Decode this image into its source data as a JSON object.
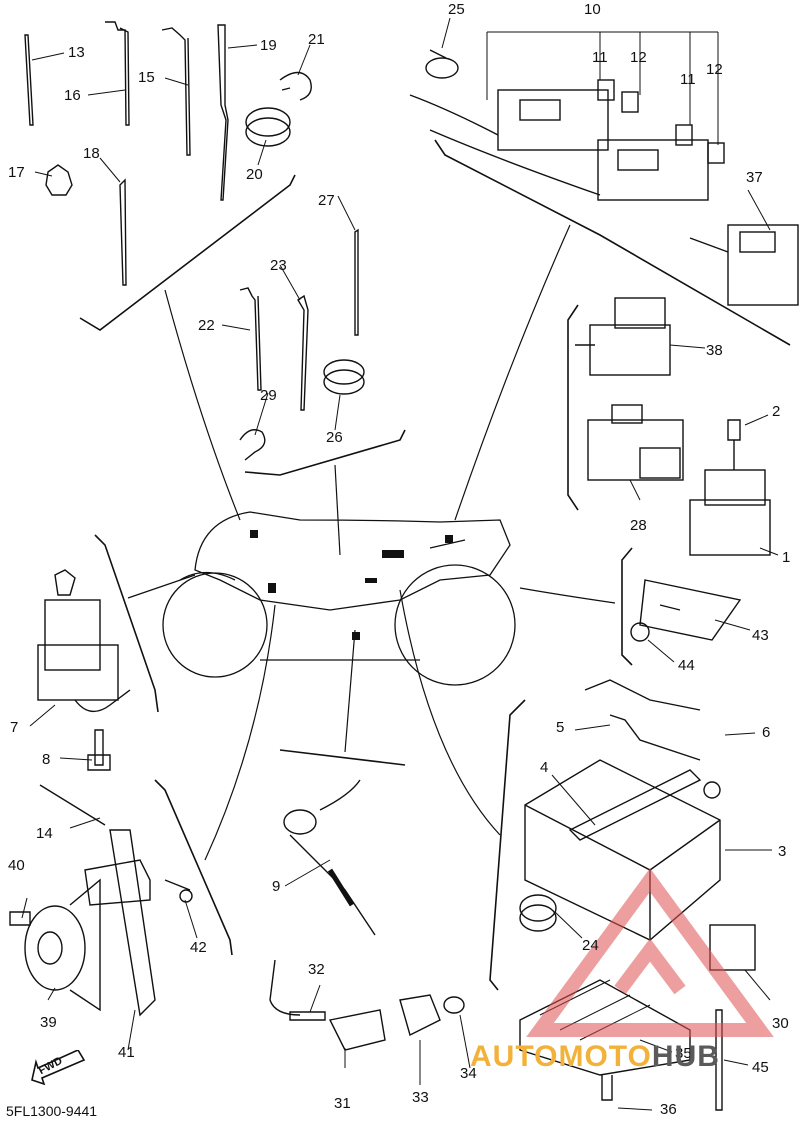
{
  "diagram": {
    "part_code": "5FL1300-9441",
    "fwd_label": "FWD",
    "watermark": {
      "part1": "AUTOMOTO",
      "part2": "HUB"
    },
    "labels": {
      "n1": "1",
      "n2": "2",
      "n3": "3",
      "n4": "4",
      "n5": "5",
      "n6": "6",
      "n7": "7",
      "n8": "8",
      "n9": "9",
      "n10": "10",
      "n11a": "11",
      "n12a": "12",
      "n11b": "11",
      "n12b": "12",
      "n13": "13",
      "n14": "14",
      "n15": "15",
      "n16": "16",
      "n17": "17",
      "n18": "18",
      "n19": "19",
      "n20": "20",
      "n21": "21",
      "n22": "22",
      "n23": "23",
      "n24": "24",
      "n25": "25",
      "n26": "26",
      "n27": "27",
      "n28": "28",
      "n29": "29",
      "n30": "30",
      "n31": "31",
      "n32": "32",
      "n33": "33",
      "n34": "34",
      "n35": "35",
      "n36": "36",
      "n37": "37",
      "n38": "38",
      "n39": "39",
      "n40": "40",
      "n41": "41",
      "n42": "42",
      "n43": "43",
      "n44": "44",
      "n45": "45"
    }
  }
}
